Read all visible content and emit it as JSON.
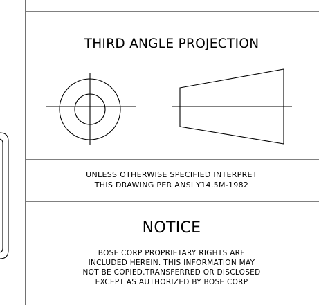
{
  "title_block": {
    "projection_title": "THIRD ANGLE PROJECTION",
    "interpret_note": {
      "line1": "UNLESS OTHERWISE SPECIFIED INTERPRET",
      "line2": "THIS DRAWING PER ANSI Y14.5M-1982"
    },
    "notice_heading": "NOTICE",
    "notice_body": {
      "line1": "BOSE CORP PROPRIETARY RIGHTS ARE",
      "line2": "INCLUDED HEREIN. THIS INFORMATION MAY",
      "line3": "NOT BE COPIED.TRANSFERRED OR DISCLOSED",
      "line4": "EXCEPT AS AUTHORIZED BY BOSE CORP"
    }
  }
}
